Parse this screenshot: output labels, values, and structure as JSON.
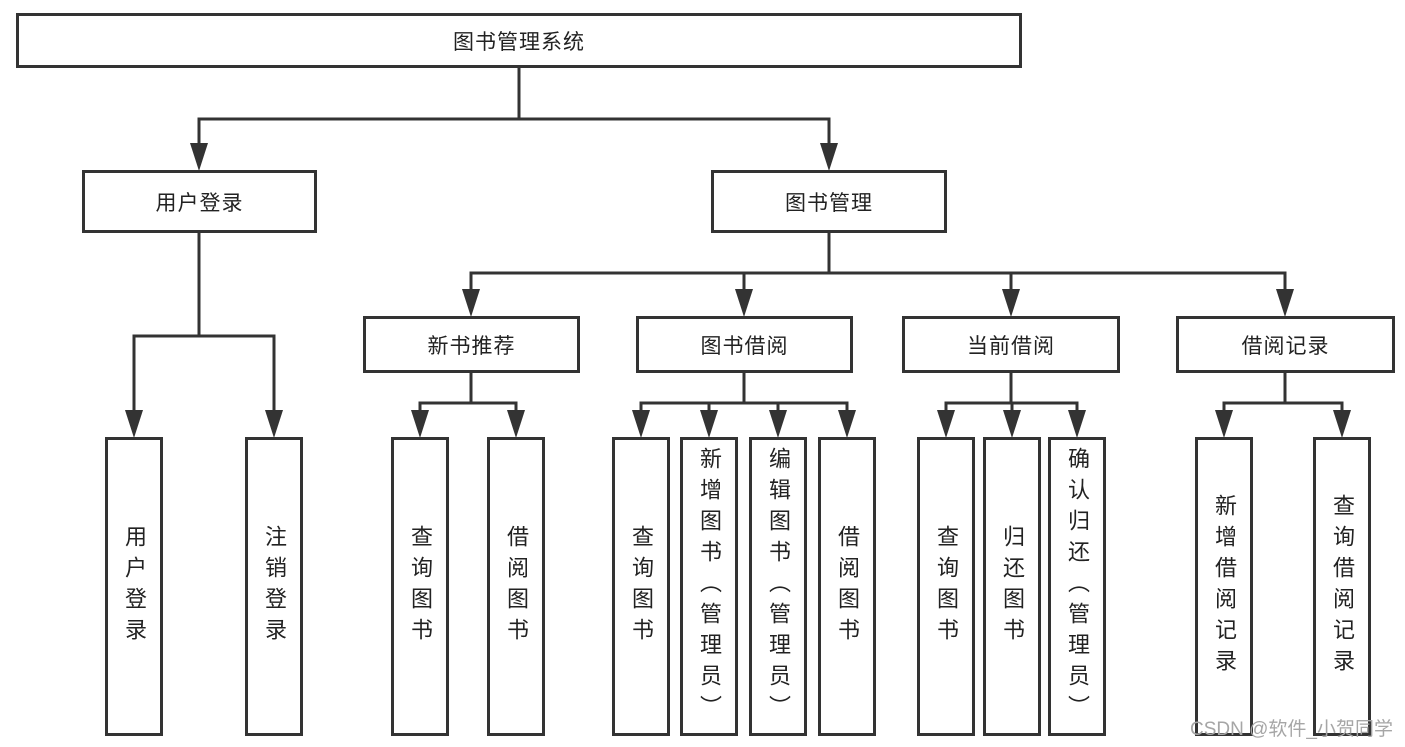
{
  "tree": {
    "root": {
      "label": "图书管理系统"
    },
    "branches": [
      {
        "label": "用户登录",
        "children": [
          {
            "label": "用户登录"
          },
          {
            "label": "注销登录"
          }
        ]
      },
      {
        "label": "图书管理",
        "sections": [
          {
            "label": "新书推荐",
            "children": [
              {
                "label": "查询图书"
              },
              {
                "label": "借阅图书"
              }
            ]
          },
          {
            "label": "图书借阅",
            "children": [
              {
                "label": "查询图书"
              },
              {
                "label": "新增图书（管理员）"
              },
              {
                "label": "编辑图书（管理员）"
              },
              {
                "label": "借阅图书"
              }
            ]
          },
          {
            "label": "当前借阅",
            "children": [
              {
                "label": "查询图书"
              },
              {
                "label": "归还图书"
              },
              {
                "label": "确认归还（管理员）"
              }
            ]
          },
          {
            "label": "借阅记录",
            "children": [
              {
                "label": "新增借阅记录"
              },
              {
                "label": "查询借阅记录"
              }
            ]
          }
        ]
      }
    ]
  },
  "watermark": {
    "text": "CSDN @软件_小贺同学",
    "color": "#a6a6a6"
  },
  "colors": {
    "line": "#333333",
    "box_border": "#333333",
    "text": "#222222",
    "background": "#ffffff"
  }
}
